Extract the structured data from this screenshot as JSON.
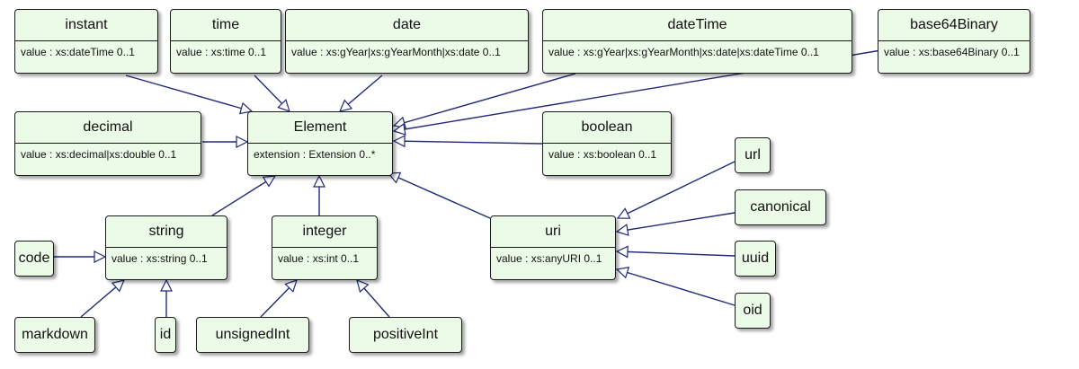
{
  "classes": {
    "instant": {
      "name": "instant",
      "attr": "value : xs:dateTime 0..1"
    },
    "time": {
      "name": "time",
      "attr": "value : xs:time 0..1"
    },
    "date": {
      "name": "date",
      "attr": "value : xs:gYear|xs:gYearMonth|xs:date 0..1"
    },
    "dateTime": {
      "name": "dateTime",
      "attr": "value : xs:gYear|xs:gYearMonth|xs:date|xs:dateTime 0..1"
    },
    "base64Binary": {
      "name": "base64Binary",
      "attr": "value : xs:base64Binary 0..1"
    },
    "decimal": {
      "name": "decimal",
      "attr": "value : xs:decimal|xs:double 0..1"
    },
    "element": {
      "name": "Element",
      "attr": "extension : Extension 0..*"
    },
    "boolean": {
      "name": "boolean",
      "attr": "value : xs:boolean 0..1"
    },
    "string": {
      "name": "string",
      "attr": "value : xs:string 0..1"
    },
    "integer": {
      "name": "integer",
      "attr": "value : xs:int 0..1"
    },
    "uri": {
      "name": "uri",
      "attr": "value : xs:anyURI 0..1"
    },
    "code": {
      "name": "code"
    },
    "markdown": {
      "name": "markdown"
    },
    "id": {
      "name": "id"
    },
    "unsignedInt": {
      "name": "unsignedInt"
    },
    "positiveInt": {
      "name": "positiveInt"
    },
    "url": {
      "name": "url"
    },
    "canonical": {
      "name": "canonical"
    },
    "uuid": {
      "name": "uuid"
    },
    "oid": {
      "name": "oid"
    }
  },
  "colors": {
    "box_fill": "#ecfbe7",
    "line": "#1f2a7a",
    "border": "#1a1a1a"
  },
  "relationships": [
    {
      "from": "instant",
      "to": "element",
      "type": "generalization"
    },
    {
      "from": "time",
      "to": "element",
      "type": "generalization"
    },
    {
      "from": "date",
      "to": "element",
      "type": "generalization"
    },
    {
      "from": "dateTime",
      "to": "element",
      "type": "generalization"
    },
    {
      "from": "base64Binary",
      "to": "element",
      "type": "generalization"
    },
    {
      "from": "decimal",
      "to": "element",
      "type": "generalization"
    },
    {
      "from": "boolean",
      "to": "element",
      "type": "generalization"
    },
    {
      "from": "string",
      "to": "element",
      "type": "generalization"
    },
    {
      "from": "integer",
      "to": "element",
      "type": "generalization"
    },
    {
      "from": "uri",
      "to": "element",
      "type": "generalization"
    },
    {
      "from": "code",
      "to": "string",
      "type": "generalization"
    },
    {
      "from": "markdown",
      "to": "string",
      "type": "generalization"
    },
    {
      "from": "id",
      "to": "string",
      "type": "generalization"
    },
    {
      "from": "unsignedInt",
      "to": "integer",
      "type": "generalization"
    },
    {
      "from": "positiveInt",
      "to": "integer",
      "type": "generalization"
    },
    {
      "from": "url",
      "to": "uri",
      "type": "generalization"
    },
    {
      "from": "canonical",
      "to": "uri",
      "type": "generalization"
    },
    {
      "from": "uuid",
      "to": "uri",
      "type": "generalization"
    },
    {
      "from": "oid",
      "to": "uri",
      "type": "generalization"
    }
  ]
}
